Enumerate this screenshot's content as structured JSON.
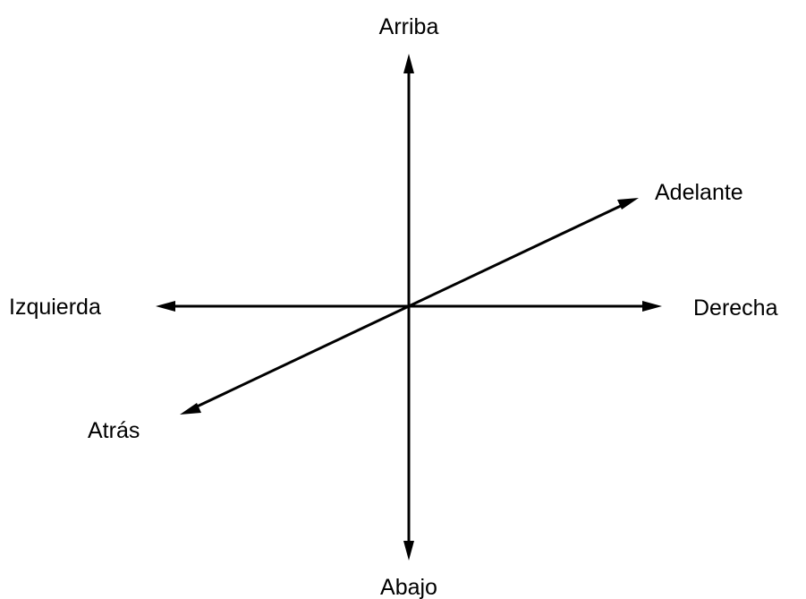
{
  "labels": {
    "up": "Arriba",
    "down": "Abajo",
    "left": "Izquierda",
    "right": "Derecha",
    "forward": "Adelante",
    "back": "Atrás"
  },
  "colors": {
    "stroke": "#000000",
    "background": "#ffffff"
  }
}
